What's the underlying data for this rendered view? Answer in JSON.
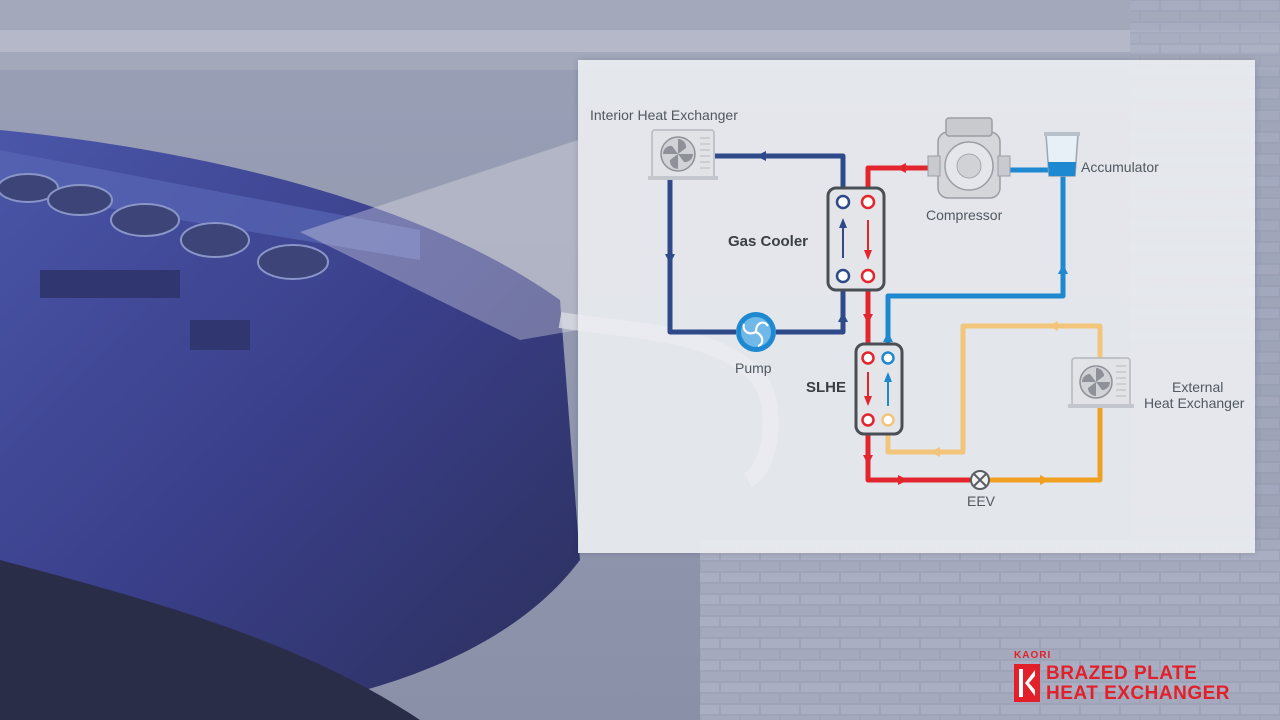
{
  "diagram": {
    "labels": {
      "interior_hx": "Interior Heat Exchanger",
      "accumulator": "Accumulator",
      "compressor": "Compressor",
      "gas_cooler": "Gas Cooler",
      "pump": "Pump",
      "slhe": "SLHE",
      "external_hx_line1": "External",
      "external_hx_line2": "Heat Exchanger",
      "eev": "EEV"
    },
    "colors": {
      "coolant_loop": "#2e4a8a",
      "hot_refrigerant": "#e3262e",
      "suction_line": "#1e88d0",
      "low_pressure_warm": "#f2c57a",
      "low_pressure_orange": "#f0a020"
    }
  },
  "brand": {
    "small": "KAORI",
    "line1": "BRAZED PLATE",
    "line2": "HEAT EXCHANGER",
    "color": "#e3202a"
  }
}
